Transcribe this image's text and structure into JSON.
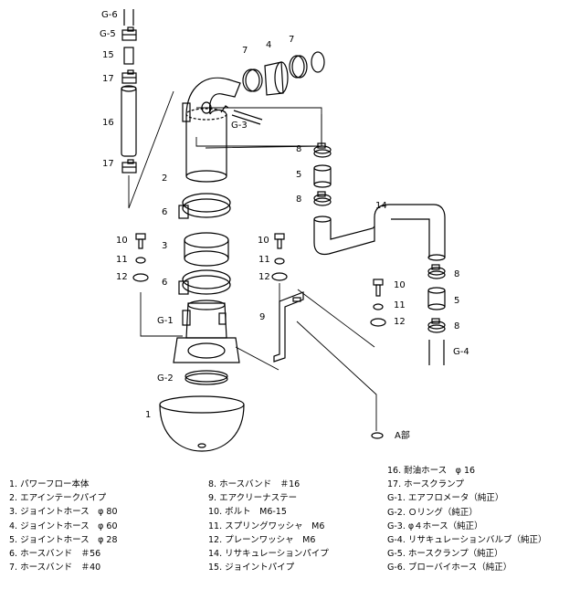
{
  "labels": {
    "g6": "G-6",
    "g5": "G-5",
    "n15": "15",
    "n17a": "17",
    "n16": "16",
    "n17b": "17",
    "n7a": "7",
    "n4": "4",
    "n7b": "7",
    "g3": "G-3",
    "n2": "2",
    "n6a": "6",
    "n3": "3",
    "n6b": "6",
    "n10a": "10",
    "n11a": "11",
    "n12a": "12",
    "g1": "G-1",
    "g2": "G-2",
    "n1": "1",
    "n10b": "10",
    "n11b": "11",
    "n12b": "12",
    "n9": "9",
    "n8a": "8",
    "n5a": "5",
    "n8b": "8",
    "n14": "14",
    "n8c": "8",
    "n5b": "5",
    "n8d": "8",
    "g4": "G-4",
    "n10c": "10",
    "n11c": "11",
    "n12c": "12",
    "a_part": "A部"
  },
  "legend": {
    "col1": [
      "1. パワーフロー本体",
      "2. エアインテークパイプ",
      "3. ジョイントホース　φ 80",
      "4. ジョイントホース　φ 60",
      "5. ジョイントホース　φ 28",
      "6. ホースバンド　＃56",
      "7. ホースバンド　＃40"
    ],
    "col2": [
      "8. ホースバンド　＃16",
      "9. エアクリーナステー",
      "10. ボルト　M6-15",
      "11. スプリングワッシャ　M6",
      "12. プレーンワッシャ　M6",
      "14. リサキュレーションパイプ",
      "15. ジョイントパイプ"
    ],
    "col3": [
      "16. 耐油ホース　φ 16",
      "17. ホースクランプ",
      "G-1. エアフロメータ（純正）",
      "G-2. Ｏリング（純正）",
      "G-3. φ４ホース（純正）",
      "G-4. リサキュレーションバルブ（純正）",
      "G-5. ホースクランプ（純正）",
      "G-6. ブローバイホース（純正）"
    ]
  }
}
